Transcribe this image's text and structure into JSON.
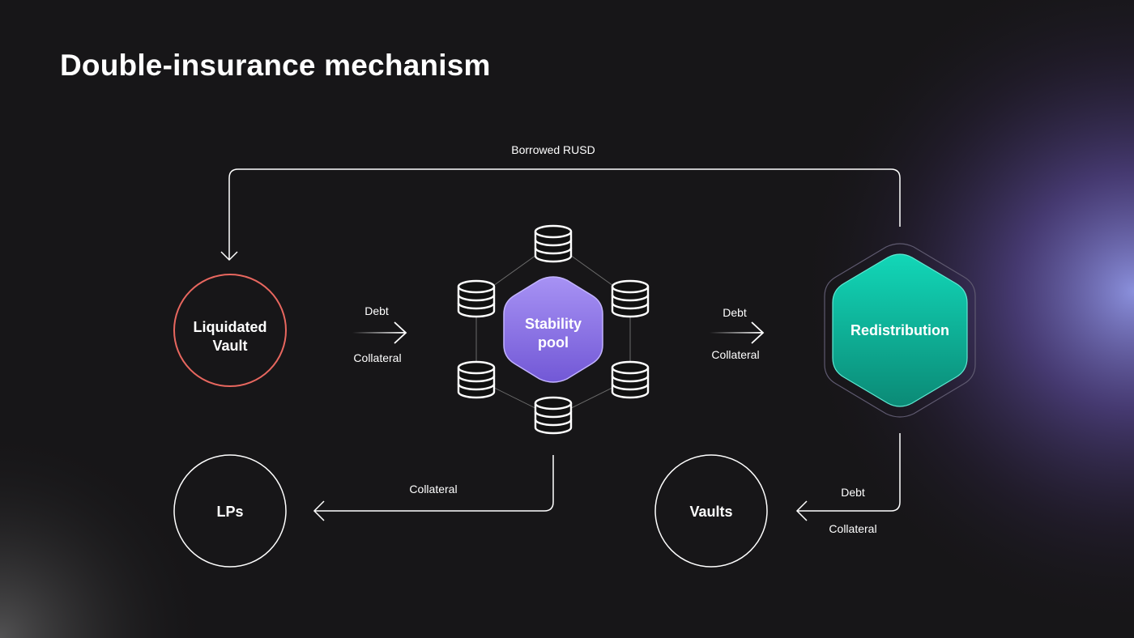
{
  "page": {
    "title": "Double-insurance mechanism"
  },
  "nodes": {
    "liquidated_vault": [
      "Liquidated",
      "Vault"
    ],
    "stability_pool": [
      "Stability",
      "pool"
    ],
    "redistribution": "Redistribution",
    "lps": "LPs",
    "vaults": "Vaults"
  },
  "edges": {
    "top_loop": "Borrowed RUSD",
    "vault_to_pool_debt": "Debt",
    "vault_to_pool_collateral": "Collateral",
    "pool_to_redist_debt": "Debt",
    "pool_to_redist_collateral": "Collateral",
    "pool_to_lps": "Collateral",
    "redist_to_vaults_debt": "Debt",
    "redist_to_vaults_collateral": "Collateral"
  },
  "colors": {
    "background": "#171618",
    "liquidated_ring": "#e8675f",
    "stability_pool": "#8c72e4",
    "redistribution": "#17b9a0",
    "line": "#ffffff"
  },
  "icons": {
    "storage": "database-stack-icon",
    "arrow": "arrow-right-icon"
  }
}
